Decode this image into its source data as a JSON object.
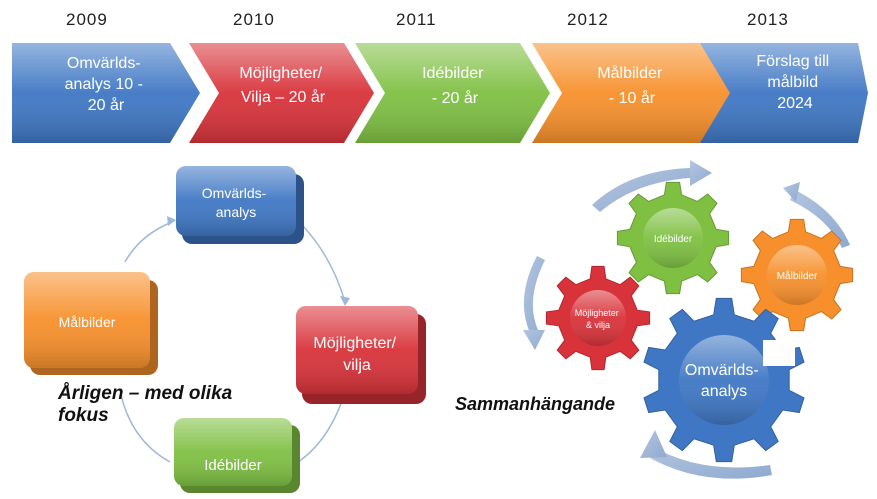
{
  "timeline": {
    "years": [
      "2009",
      "2010",
      "2011",
      "2012",
      "2013"
    ],
    "steps": [
      {
        "lines": [
          "Omvärlds-",
          "analys  10 -",
          "20 år"
        ],
        "color": "#3f77c4"
      },
      {
        "lines": [
          "Möjligheter/",
          "Vilja – 20 år"
        ],
        "color": "#d8333a"
      },
      {
        "lines": [
          "Idébilder",
          "- 20 år"
        ],
        "color": "#7fc043"
      },
      {
        "lines": [
          "Målbilder",
          "- 10 år"
        ],
        "color": "#f7902c"
      },
      {
        "lines": [
          "Förslag till",
          "målbild",
          "2024"
        ],
        "color": "#3f77c4"
      }
    ]
  },
  "cycle": {
    "boxes": [
      {
        "lines": [
          "Omvärlds-",
          "analys"
        ],
        "color": "#3f77c4"
      },
      {
        "lines": [
          "Möjligheter/",
          "vilja"
        ],
        "color": "#d8333a"
      },
      {
        "lines": [
          "Idébilder"
        ],
        "color": "#7fc043"
      },
      {
        "lines": [
          "Målbilder"
        ],
        "color": "#f7902c"
      }
    ],
    "caption_lines": [
      "Årligen – med olika",
      "fokus"
    ]
  },
  "gears": {
    "items": [
      {
        "lines": [
          "Idébilder"
        ],
        "color": "#7fc043"
      },
      {
        "lines": [
          "Målbilder"
        ],
        "color": "#f7902c"
      },
      {
        "lines": [
          "Möjligheter",
          "& vilja"
        ],
        "color": "#d8333a"
      },
      {
        "lines": [
          "Omvärlds-",
          "analys"
        ],
        "color": "#3f77c4"
      }
    ],
    "caption": "Sammanhängande"
  }
}
